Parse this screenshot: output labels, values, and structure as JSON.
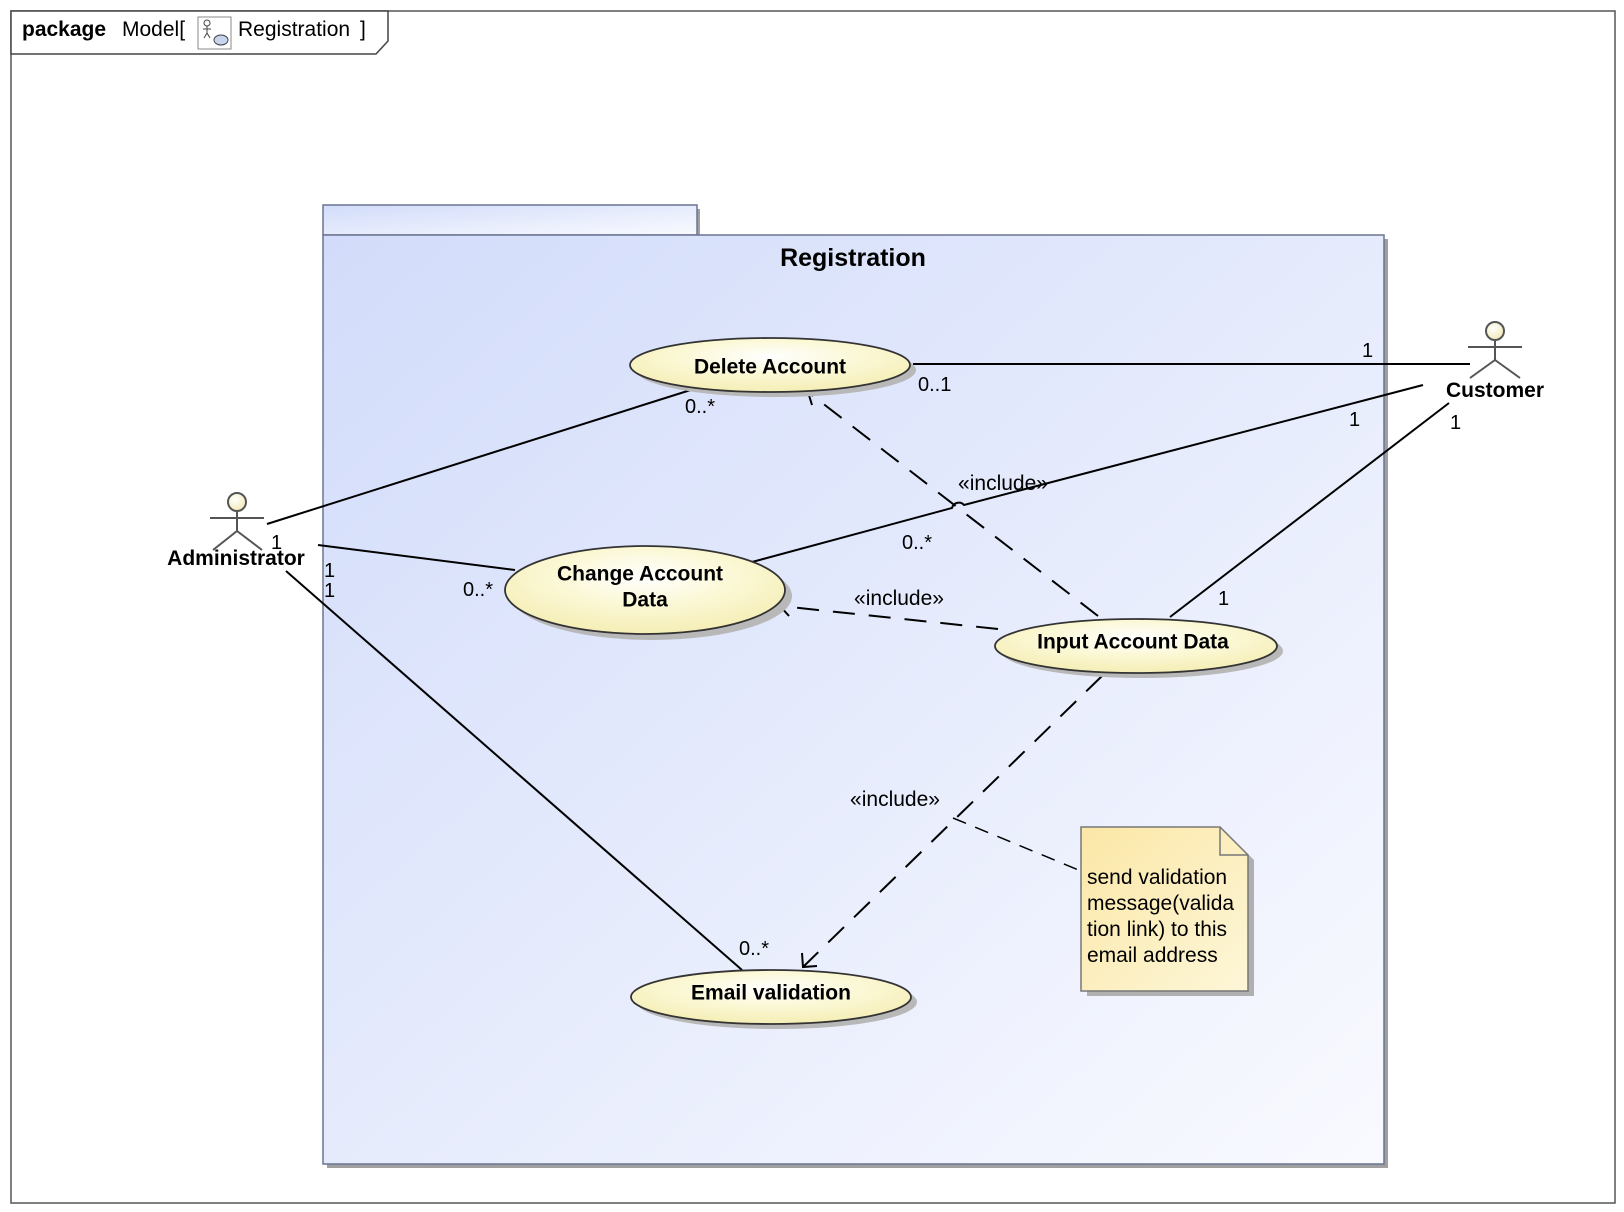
{
  "frame": {
    "keyword": "package",
    "model_label": "Model[",
    "name": "Registration",
    "close": "]"
  },
  "package": {
    "name": "Registration"
  },
  "actors": {
    "administrator": "Administrator",
    "customer": "Customer"
  },
  "use_cases": {
    "delete_account": "Delete Account",
    "change_account_data_line1": "Change Account",
    "change_account_data_line2": "Data",
    "input_account_data": "Input Account Data",
    "email_validation": "Email validation"
  },
  "relationships": {
    "include_label": "«include»"
  },
  "multiplicities": {
    "admin_delete_admin_end": "1",
    "admin_delete_uc_end": "0..*",
    "admin_change_admin_end": "1",
    "admin_change_uc_end": "0..*",
    "admin_email_admin_end": "1",
    "admin_email_uc_end": "0..*",
    "customer_delete_customer_end": "1",
    "customer_delete_uc_end": "0..1",
    "customer_change_customer_end": "1",
    "customer_change_uc_end": "0..*",
    "customer_input_customer_end": "1",
    "customer_input_uc_end": "1"
  },
  "note": {
    "line1": "send validation",
    "line2": "message(valida",
    "line3": "tion link) to this",
    "line4": "email address"
  },
  "colors": {
    "package_fill_start": "#d2dcfa",
    "package_fill_end": "#f9faff",
    "use_case_fill": "#fbf8cf",
    "note_fill": "#fbe9ae",
    "frame_border": "#555555"
  }
}
